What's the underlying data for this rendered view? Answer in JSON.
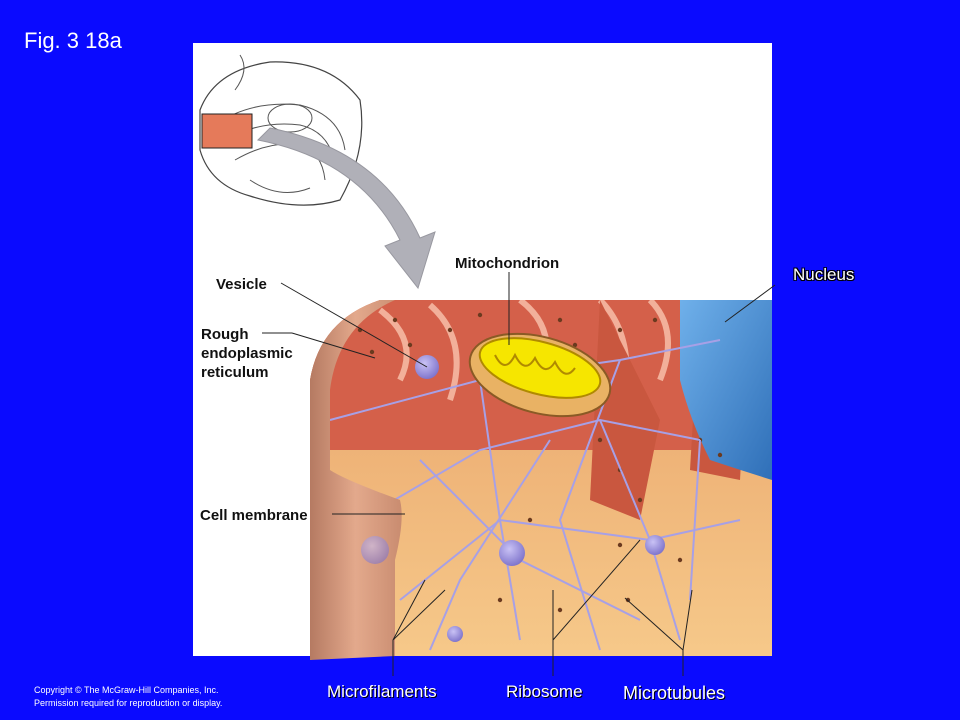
{
  "figure": {
    "title": "Fig. 3 18a"
  },
  "labels": {
    "mitochondrion": "Mitochondrion",
    "vesicle": "Vesicle",
    "rough_er": "Rough endoplasmic reticulum",
    "cell_membrane": "Cell membrane",
    "nucleus": "Nucleus",
    "microfilaments": "Microfilaments",
    "ribosome": "Ribosome",
    "microtubules": "Microtubules"
  },
  "copyright": {
    "line1": "Copyright © The McGraw-Hill Companies, Inc.",
    "line2": "Permission required for reproduction or display."
  },
  "colors": {
    "background": "#0a0aff",
    "panel": "#ffffff",
    "er": "#d9624a",
    "cytoplasm": "#f2b46a",
    "nucleus": "#4a90d9",
    "cytoskeleton": "#a7a0e6",
    "mitochondrion_outer": "#f0c070",
    "mitochondrion_inner": "#f6e600"
  }
}
